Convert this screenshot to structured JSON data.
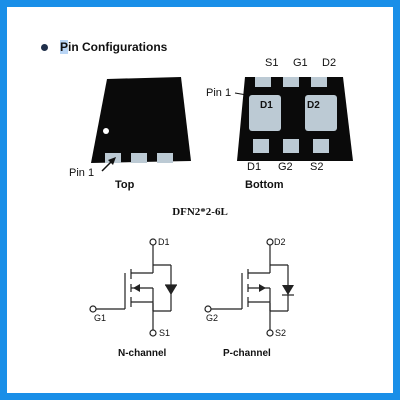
{
  "heading": {
    "title_first": "P",
    "title_rest": "in Configurations"
  },
  "package": {
    "top_view": {
      "label": "Top",
      "pin1_label": "Pin 1"
    },
    "bottom_view": {
      "label": "Bottom",
      "pin1_label": "Pin 1",
      "top_pins": [
        "S1",
        "G1",
        "D2"
      ],
      "bottom_pins": [
        "D1",
        "G2",
        "S2"
      ],
      "pads": [
        "D1",
        "D2"
      ]
    },
    "name": "DFN2*2-6L"
  },
  "schematics": {
    "n_channel": {
      "label": "N-channel",
      "drain": "D1",
      "gate": "G1",
      "source": "S1"
    },
    "p_channel": {
      "label": "P-channel",
      "drain": "D2",
      "gate": "G2",
      "source": "S2"
    }
  },
  "colors": {
    "border": "#1a8fe8",
    "package_body": "#0a0a0a",
    "pad": "#bccad4"
  }
}
